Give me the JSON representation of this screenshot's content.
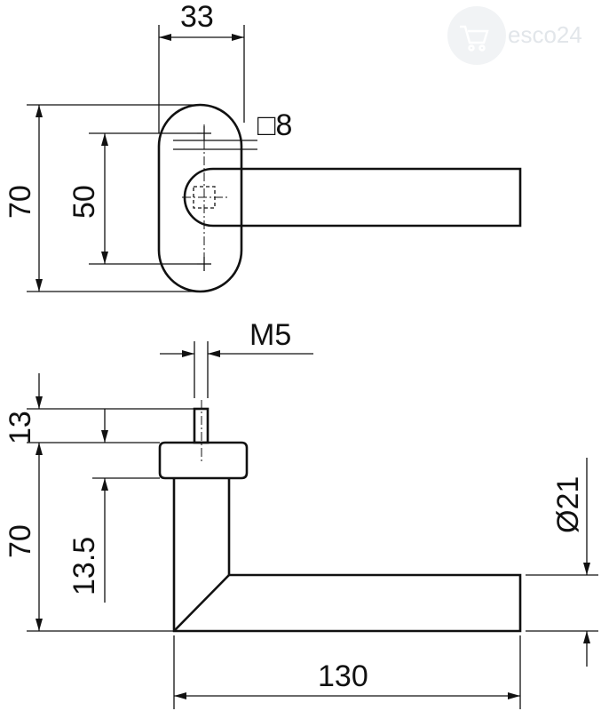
{
  "watermark": {
    "text": "esco24",
    "icon": "cart-icon"
  },
  "top_view": {
    "width_33": "33",
    "square_8": "□8",
    "height_70": "70",
    "spacing_50": "50"
  },
  "side_view": {
    "thread_m5": "M5",
    "pin_13": "13",
    "height_70": "70",
    "rose_13_5": "13.5",
    "diameter_21": "Ø21",
    "length_130": "130"
  }
}
